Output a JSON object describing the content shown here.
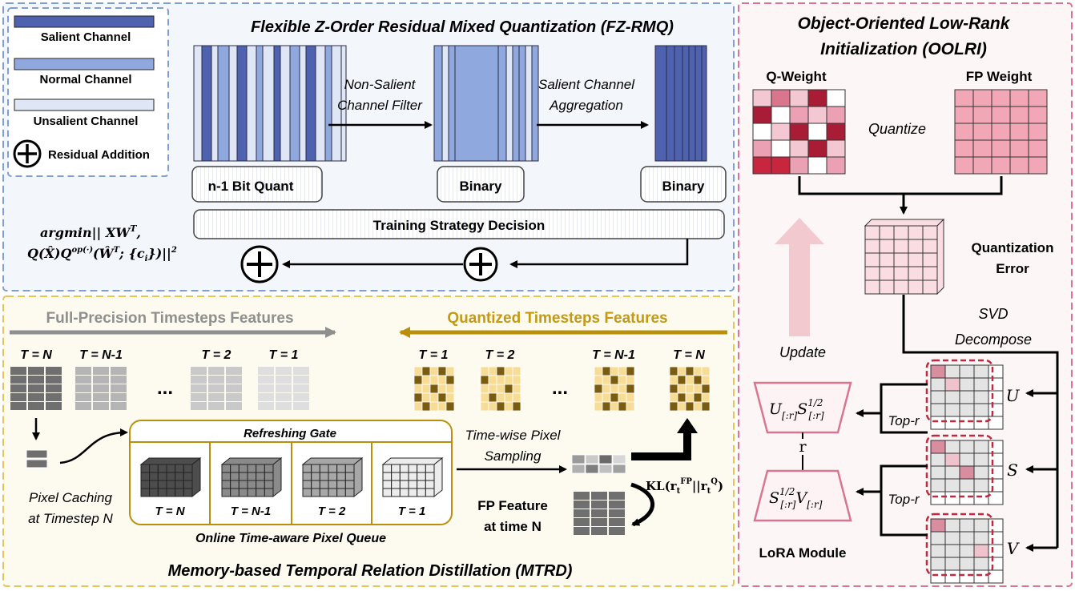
{
  "colors": {
    "fzrmq_border": "#7f9fd6",
    "fzrmq_bg": "#f3f6fb",
    "mtrd_border": "#e6c45a",
    "mtrd_bg": "#fdfaf0",
    "oolri_border": "#d9758f",
    "oolri_bg": "#fdf6f7",
    "salient": "#4e62b0",
    "normal": "#8fa9df",
    "unsalient": "#dfe6f6",
    "gray_arrow": "#8f8f8f",
    "gold_arrow": "#b8900c",
    "gold_text": "#c49a12",
    "red_dash": "#c0293e",
    "pink_arrow": "#f3c9d0"
  },
  "legend": {
    "salient": "Salient Channel",
    "normal": "Normal Channel",
    "unsalient": "Unsalient Channel",
    "residual": "Residual Addition"
  },
  "fzrmq": {
    "title": "Flexible Z-Order Residual Mixed Quantization (FZ-RMQ)",
    "arrow1_line1": "Non-Salient",
    "arrow1_line2": "Channel Filter",
    "arrow2_line1": "Salient Channel",
    "arrow2_line2": "Aggregation",
    "box1": "n-1 Bit Quant",
    "box2": "Binary",
    "box3": "Binary",
    "strategy": "Training Strategy Decision",
    "formula_line1": "argmin|| XW",
    "formula_sup1": "T",
    "formula_line2": "Q(X̂)Q",
    "formula_sup2": "op(·)",
    "formula_line2b": "(Ŵ",
    "formula_sup3": "T",
    "formula_line2c": "; {c",
    "formula_sub1": "i",
    "formula_line2d": "})||",
    "formula_sup4": "2"
  },
  "mtrd": {
    "fp_header": "Full-Precision Timesteps Features",
    "q_header": "Quantized Timesteps Features",
    "fp_labels": [
      "T = N",
      "T = N-1",
      "T = 2",
      "T = 1"
    ],
    "q_labels": [
      "T = 1",
      "T = 2",
      "T = N-1",
      "T = N"
    ],
    "ellipsis": "...",
    "gate": "Refreshing Gate",
    "queue_labels": [
      "T = N",
      "T = N-1",
      "T = 2",
      "T = 1"
    ],
    "queue_title": "Online Time-aware Pixel Queue",
    "caching_line1": "Pixel Caching",
    "caching_line2": "at Timestep N",
    "sampling_line1": "Time-wise Pixel",
    "sampling_line2": "Sampling",
    "fp_feature_line1": "FP Feature",
    "fp_feature_line2": "at time N",
    "kl_main": "KL(r",
    "kl_sub1": "t",
    "kl_sup1": "FP",
    "kl_mid": "||r",
    "kl_sub2": "t",
    "kl_sup2": "Q",
    "kl_end": ")",
    "title": "Memory-based Temporal Relation Distillation (MTRD)"
  },
  "oolri": {
    "title_line1": "Object-Oriented Low-Rank",
    "title_line2": "Initialization (OOLRI)",
    "qweight": "Q-Weight",
    "fpweight": "FP Weight",
    "quantize": "Quantize",
    "qerr_line1": "Quantization",
    "qerr_line2": "Error",
    "svd_line1": "SVD",
    "svd_line2": "Decompose",
    "update": "Update",
    "u_label": "U",
    "s_label": "S",
    "v_label": "V",
    "topr1": "Top-r",
    "topr2": "Top-r",
    "r_label": "r",
    "lora": "LoRA Module",
    "us_main": "U",
    "us_sub": "[:r]",
    "us_s": "S",
    "us_s_sup": "1/2",
    "us_s_sub": "[:r]",
    "sv_s": "S",
    "sv_s_sup": "1/2",
    "sv_s_sub": "[:r]",
    "sv_v": "V",
    "sv_v_sub": "[:r]"
  }
}
